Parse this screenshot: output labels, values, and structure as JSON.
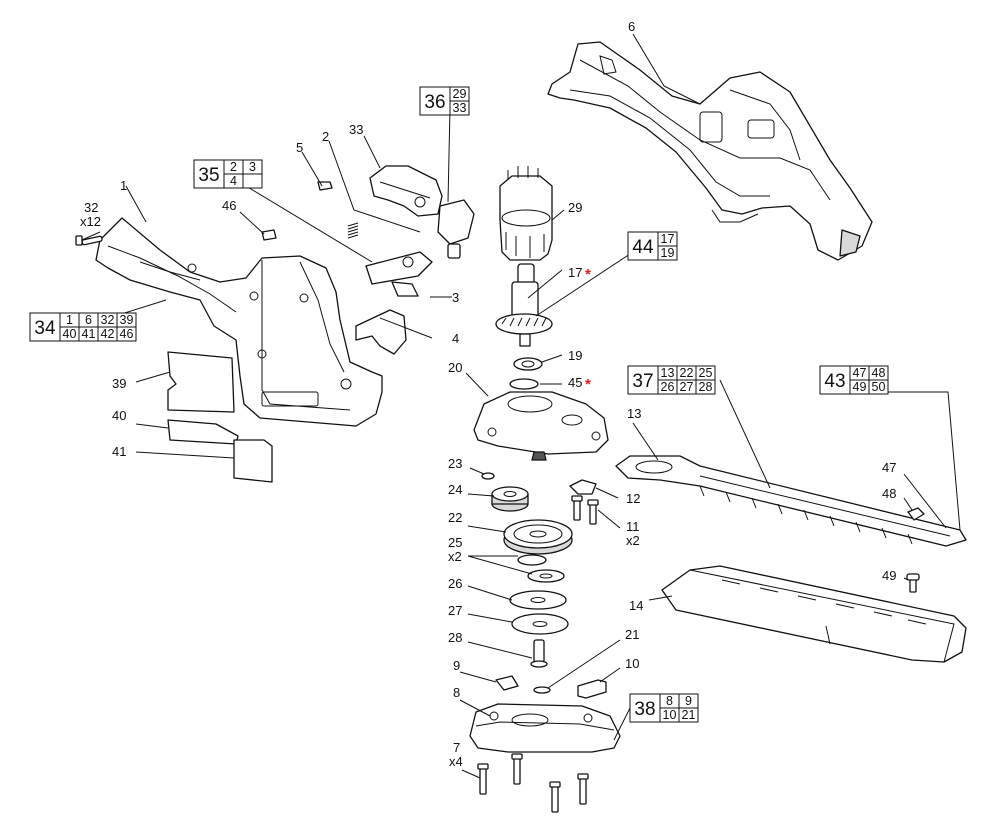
{
  "diagram": {
    "callouts": [
      {
        "id": "c1",
        "label": "1"
      },
      {
        "id": "c2",
        "label": "2"
      },
      {
        "id": "c3",
        "label": "3"
      },
      {
        "id": "c4",
        "label": "4"
      },
      {
        "id": "c5",
        "label": "5"
      },
      {
        "id": "c6",
        "label": "6"
      },
      {
        "id": "c7",
        "label": "7"
      },
      {
        "id": "c7q",
        "label": "x4"
      },
      {
        "id": "c8",
        "label": "8"
      },
      {
        "id": "c9",
        "label": "9"
      },
      {
        "id": "c10",
        "label": "10"
      },
      {
        "id": "c11",
        "label": "11"
      },
      {
        "id": "c11q",
        "label": "x2"
      },
      {
        "id": "c12",
        "label": "12"
      },
      {
        "id": "c13",
        "label": "13"
      },
      {
        "id": "c14",
        "label": "14"
      },
      {
        "id": "c17",
        "label": "17"
      },
      {
        "id": "c19",
        "label": "19"
      },
      {
        "id": "c20",
        "label": "20"
      },
      {
        "id": "c21",
        "label": "21"
      },
      {
        "id": "c22",
        "label": "22"
      },
      {
        "id": "c23",
        "label": "23"
      },
      {
        "id": "c24",
        "label": "24"
      },
      {
        "id": "c25",
        "label": "25"
      },
      {
        "id": "c25q",
        "label": "x2"
      },
      {
        "id": "c26",
        "label": "26"
      },
      {
        "id": "c27",
        "label": "27"
      },
      {
        "id": "c28",
        "label": "28"
      },
      {
        "id": "c29",
        "label": "29"
      },
      {
        "id": "c32",
        "label": "32"
      },
      {
        "id": "c32q",
        "label": "x12"
      },
      {
        "id": "c33",
        "label": "33"
      },
      {
        "id": "c39",
        "label": "39"
      },
      {
        "id": "c40",
        "label": "40"
      },
      {
        "id": "c41",
        "label": "41"
      },
      {
        "id": "c45",
        "label": "45"
      },
      {
        "id": "c46",
        "label": "46"
      },
      {
        "id": "c47",
        "label": "47"
      },
      {
        "id": "c48",
        "label": "48"
      },
      {
        "id": "c49",
        "label": "49"
      }
    ],
    "asterisk": "*",
    "kits": [
      {
        "id": "k34",
        "number": "34",
        "rows": [
          [
            "1",
            "6",
            "32",
            "39"
          ],
          [
            "40",
            "41",
            "42",
            "46"
          ]
        ]
      },
      {
        "id": "k35",
        "number": "35",
        "rows": [
          [
            "2",
            "3"
          ],
          [
            "4",
            ""
          ]
        ]
      },
      {
        "id": "k36",
        "number": "36",
        "rows": [
          [
            "29"
          ],
          [
            "33"
          ]
        ]
      },
      {
        "id": "k44",
        "number": "44",
        "rows": [
          [
            "17"
          ],
          [
            "19"
          ]
        ]
      },
      {
        "id": "k37",
        "number": "37",
        "rows": [
          [
            "13",
            "22",
            "25"
          ],
          [
            "26",
            "27",
            "28"
          ]
        ]
      },
      {
        "id": "k43",
        "number": "43",
        "rows": [
          [
            "47",
            "48"
          ],
          [
            "49",
            "50"
          ]
        ]
      },
      {
        "id": "k38",
        "number": "38",
        "rows": [
          [
            "8",
            "9"
          ],
          [
            "10",
            "21"
          ]
        ]
      }
    ],
    "colors": {
      "line": "#111111",
      "asterisk": "#e01818",
      "shade": "#d9d9d9"
    }
  }
}
